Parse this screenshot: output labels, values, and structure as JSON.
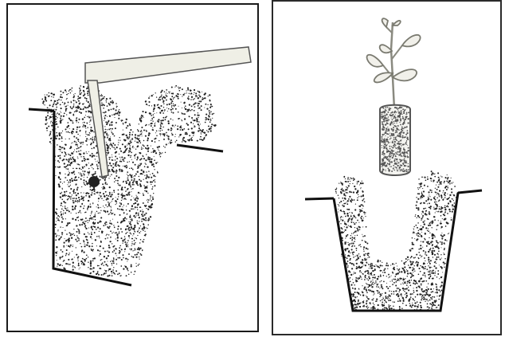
{
  "figure": {
    "panels": [
      {
        "id": "left",
        "depicts": [
          "planting-hole",
          "soil",
          "auger-tool"
        ],
        "colors": {
          "soil": "#222222",
          "tool_fill": "#efefe6",
          "tool_outline": "#555555",
          "hole_outline": "#111111"
        }
      },
      {
        "id": "right",
        "depicts": [
          "seedling",
          "root-plug",
          "planting-hole",
          "soil"
        ],
        "colors": {
          "soil": "#222222",
          "leaf_outline": "#7a7a70",
          "stem": "#8a8a80",
          "plug_outline": "#555555",
          "hole_outline": "#111111"
        }
      }
    ]
  }
}
